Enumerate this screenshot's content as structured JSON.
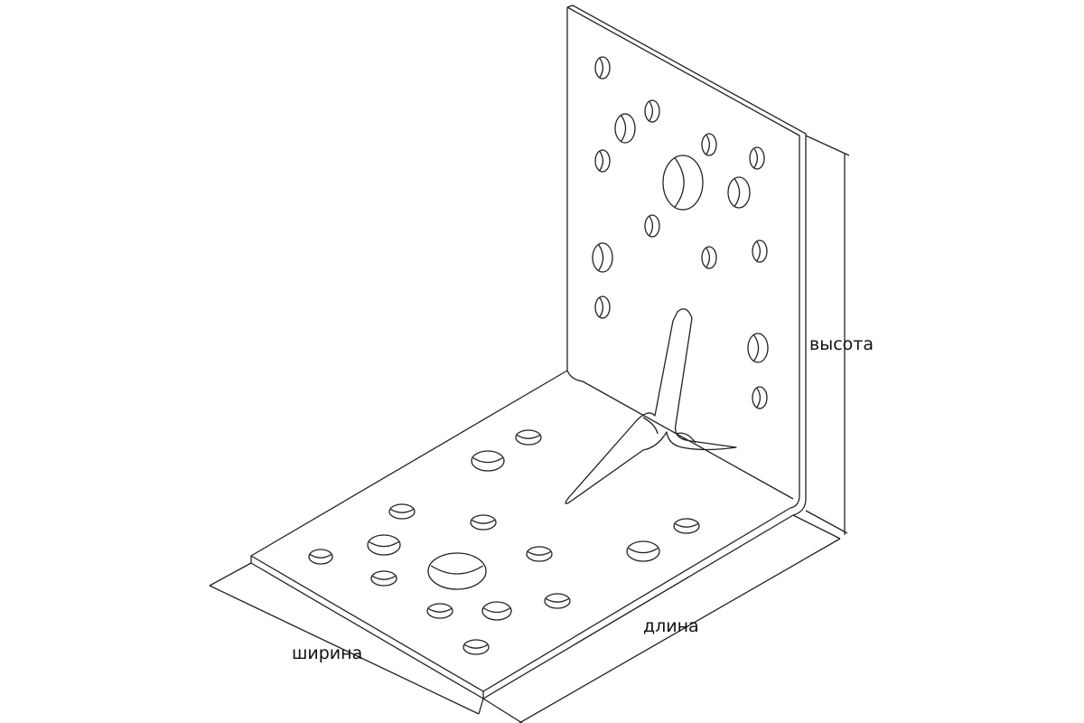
{
  "labels": {
    "height": "высота",
    "length": "длина",
    "width": "ширина"
  },
  "colors": {
    "line": "#222222",
    "background": "#ffffff"
  }
}
